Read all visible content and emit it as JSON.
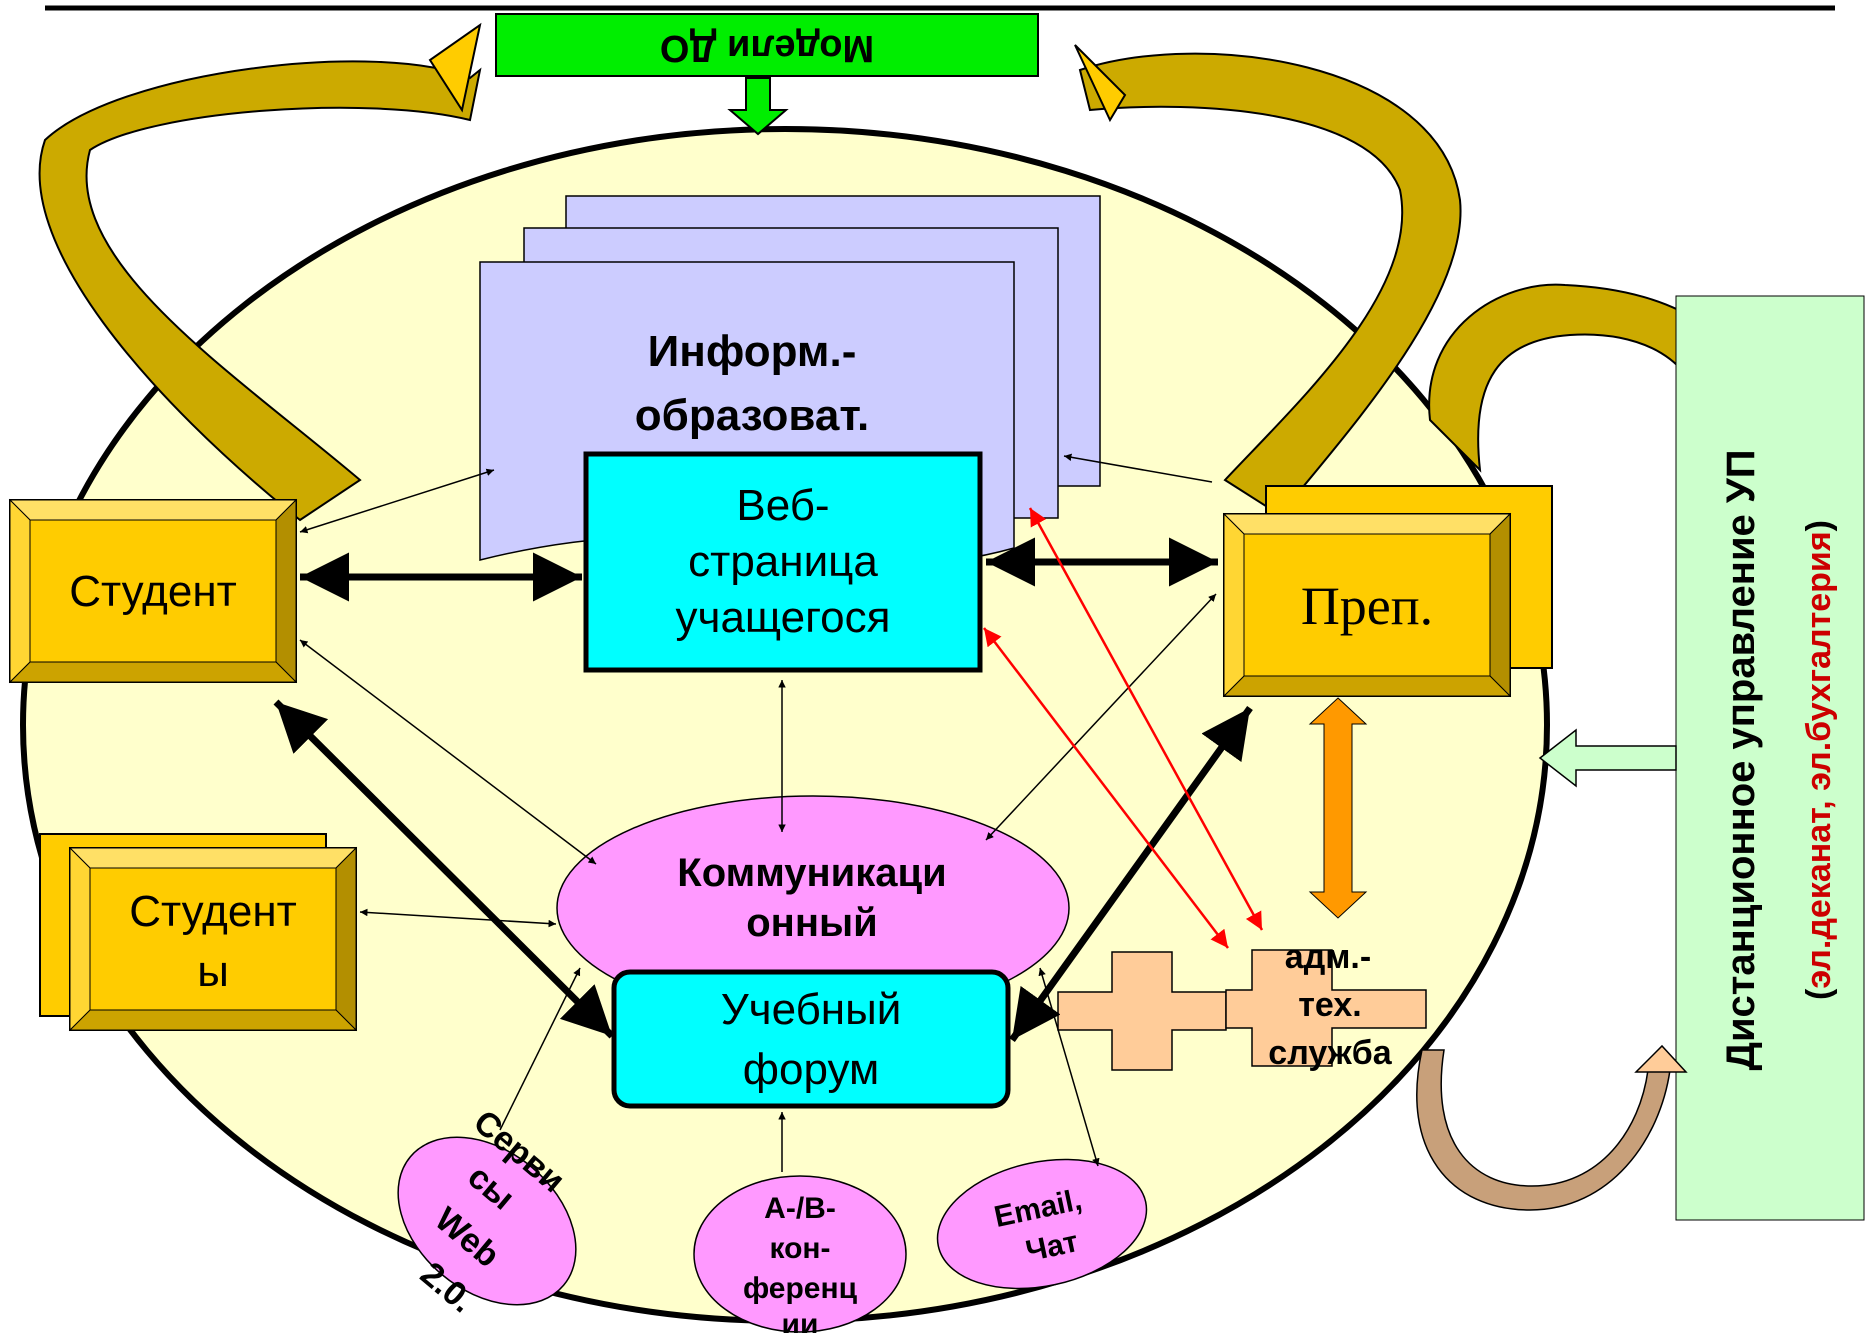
{
  "diagram": {
    "top_bar": {
      "label": "Модели ДО"
    },
    "info_block": {
      "line1": "Информ.-",
      "line2": "образоват."
    },
    "web_page": {
      "line1": "Веб-",
      "line2": "страница",
      "line3": "учащегося"
    },
    "student": {
      "label": "Студент"
    },
    "students": {
      "line1": "Студент",
      "line2": "ы"
    },
    "teacher": {
      "label": "Преп."
    },
    "communication": {
      "line1": "Коммуникаци",
      "line2": "онный"
    },
    "forum": {
      "line1": "Учебный",
      "line2": "форум"
    },
    "admin": {
      "line1": "адм.-",
      "line2": "тех.",
      "line3": "служба"
    },
    "web2_services": {
      "line1": "Серви",
      "line2": "сы",
      "line3": "Web",
      "line4": "2.0."
    },
    "av_conference": {
      "line1": "А-/В-",
      "line2": "кон-",
      "line3": "ференц",
      "line4": "ии"
    },
    "email_chat": {
      "line1": "Email,",
      "line2": "Чат"
    },
    "remote_management": {
      "line1": "Дистанционное управление УП",
      "line2_open": "(",
      "line2_red": "эл.деканат, эл.бухгалтерия",
      "line2_close": ")"
    },
    "colors": {
      "ellipse_fill": "#ffffcc",
      "top_bar": "#00ee00",
      "info_block": "#ccccff",
      "cyan_box": "#00ffff",
      "gold_box": "#ffcc00",
      "pink": "#ff99ff",
      "admin_cross": "#ffcc99",
      "remote_panel": "#ccffcc",
      "red_accent": "#cc0000",
      "orange_arrow": "#ff9900"
    }
  }
}
